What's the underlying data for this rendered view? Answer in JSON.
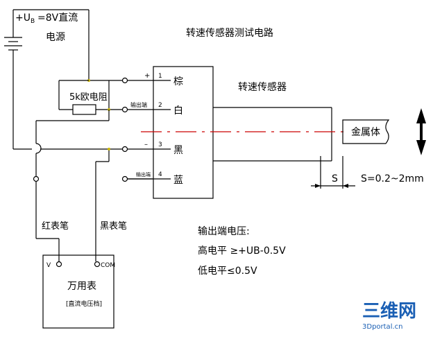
{
  "title": "转速传感器测试电路",
  "power_source": {
    "prefix": "+U",
    "subscript": "B",
    "value": "=8V直流",
    "line2": "电源"
  },
  "resistor_label": "5k欧电阻",
  "sensor_label": "转速传感器",
  "metal_label": "金属体",
  "gap": {
    "symbol": "S",
    "formula": "S=0.2~2mm"
  },
  "pins": [
    {
      "sign": "+",
      "number": "1",
      "color": "棕"
    },
    {
      "sign": "输出端",
      "number": "2",
      "color": "白"
    },
    {
      "sign": "–",
      "number": "3",
      "color": "黑"
    },
    {
      "sign": "输出端",
      "number": "4",
      "color": "蓝"
    }
  ],
  "probes": {
    "red": "红表笔",
    "black": "黑表笔"
  },
  "meter": {
    "name": "万用表",
    "mode": "[直流电压档]",
    "port_v": "V",
    "port_com": "COM"
  },
  "output_voltage": {
    "heading": "输出端电压:",
    "high": "高电平 ≥+UB-0.5V",
    "low": "低电平≤0.5V"
  },
  "watermark": {
    "main": "三维网",
    "sub": "3Dportal.cn"
  },
  "colors": {
    "wire": "#000000",
    "centerline": "#cc0000",
    "logo": "#1a5fb4",
    "junction_dot": "#c8b400"
  }
}
